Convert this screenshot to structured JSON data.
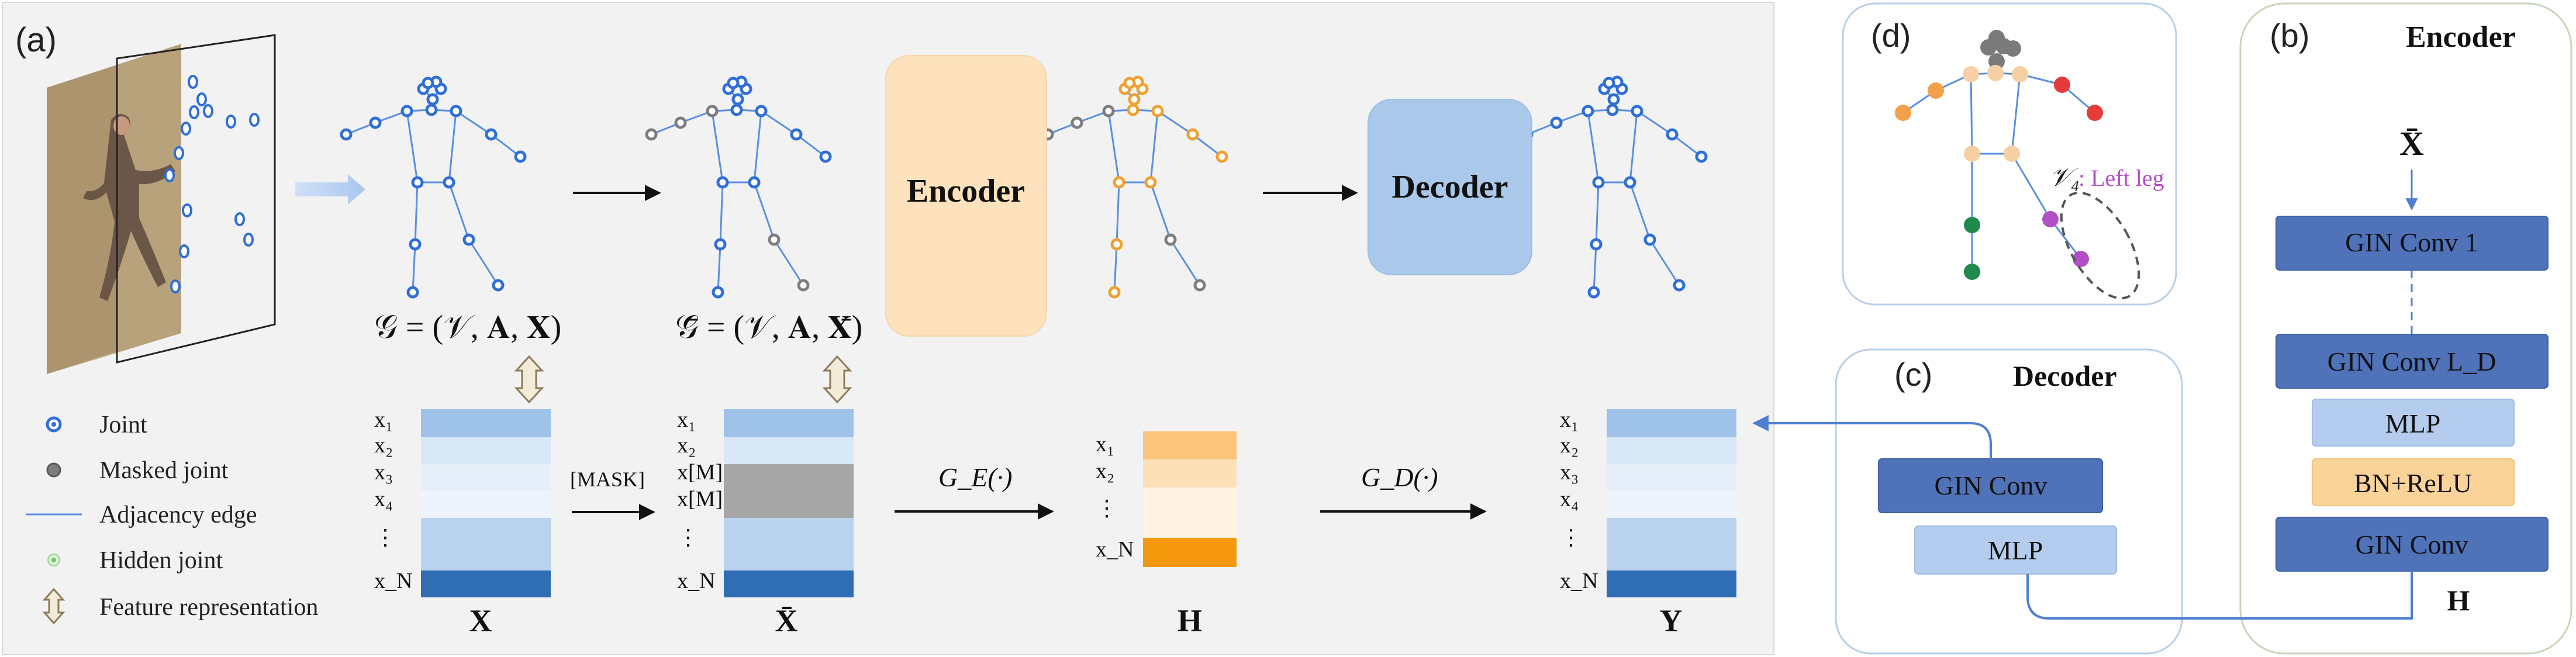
{
  "panels": {
    "a": {
      "label": "(a)"
    },
    "b": {
      "label": "(b)",
      "title": "Encoder"
    },
    "c": {
      "label": "(c)",
      "title": "Decoder"
    },
    "d": {
      "label": "(d)",
      "subset_label": "𝒱₄",
      "subset_text": ": Left leg"
    }
  },
  "blocks": {
    "encoder": "Encoder",
    "decoder": "Decoder"
  },
  "graphs": {
    "g": "𝒢 = (𝒱, 𝐀, 𝐗)",
    "g_masked": "𝒢̄ = (𝒱, 𝐀, 𝐗̄)"
  },
  "matrices": {
    "x": {
      "name": "X",
      "rows": [
        "x₁",
        "x₂",
        "x₃",
        "x₄",
        "⋮",
        "x_N"
      ]
    },
    "x_masked": {
      "name": "X̄",
      "rows": [
        "x₁",
        "x₂",
        "x[M]",
        "x[M]",
        "⋮",
        "x_N"
      ]
    },
    "h": {
      "name": "H",
      "rows": [
        "x₁",
        "x₂",
        "⋮",
        "x_N"
      ]
    },
    "y": {
      "name": "Y",
      "rows": [
        "x₁",
        "x₂",
        "x₃",
        "x₄",
        "⋮",
        "x_N"
      ]
    }
  },
  "arrows": {
    "mask": "[MASK]",
    "ge": "G_E(·)",
    "gd": "G_D(·)"
  },
  "legend": [
    {
      "icon": "joint-icon",
      "text": "Joint"
    },
    {
      "icon": "masked-joint-icon",
      "text": "Masked joint"
    },
    {
      "icon": "adjacency-edge-icon",
      "text": "Adjacency edge"
    },
    {
      "icon": "hidden-joint-icon",
      "text": "Hidden joint"
    },
    {
      "icon": "feature-representation-icon",
      "text": "Feature representation"
    }
  ],
  "encoder_stack": {
    "input": "X̄",
    "layers": [
      "GIN Conv 1",
      "GIN Conv L_D",
      "MLP",
      "BN+ReLU",
      "GIN Conv"
    ],
    "output": "H"
  },
  "decoder_stack": {
    "layers": [
      "GIN Conv",
      "MLP"
    ]
  },
  "colors": {
    "joint": "#2f6fd6",
    "masked": "#7d7d7d",
    "hidden_orange": "#f0a030",
    "encoder_block": "#fde2bd",
    "decoder_block": "#a9c8ea",
    "gin_conv": "#4f72b8",
    "mlp": "#b4cdee",
    "bn_relu": "#fad39b"
  }
}
